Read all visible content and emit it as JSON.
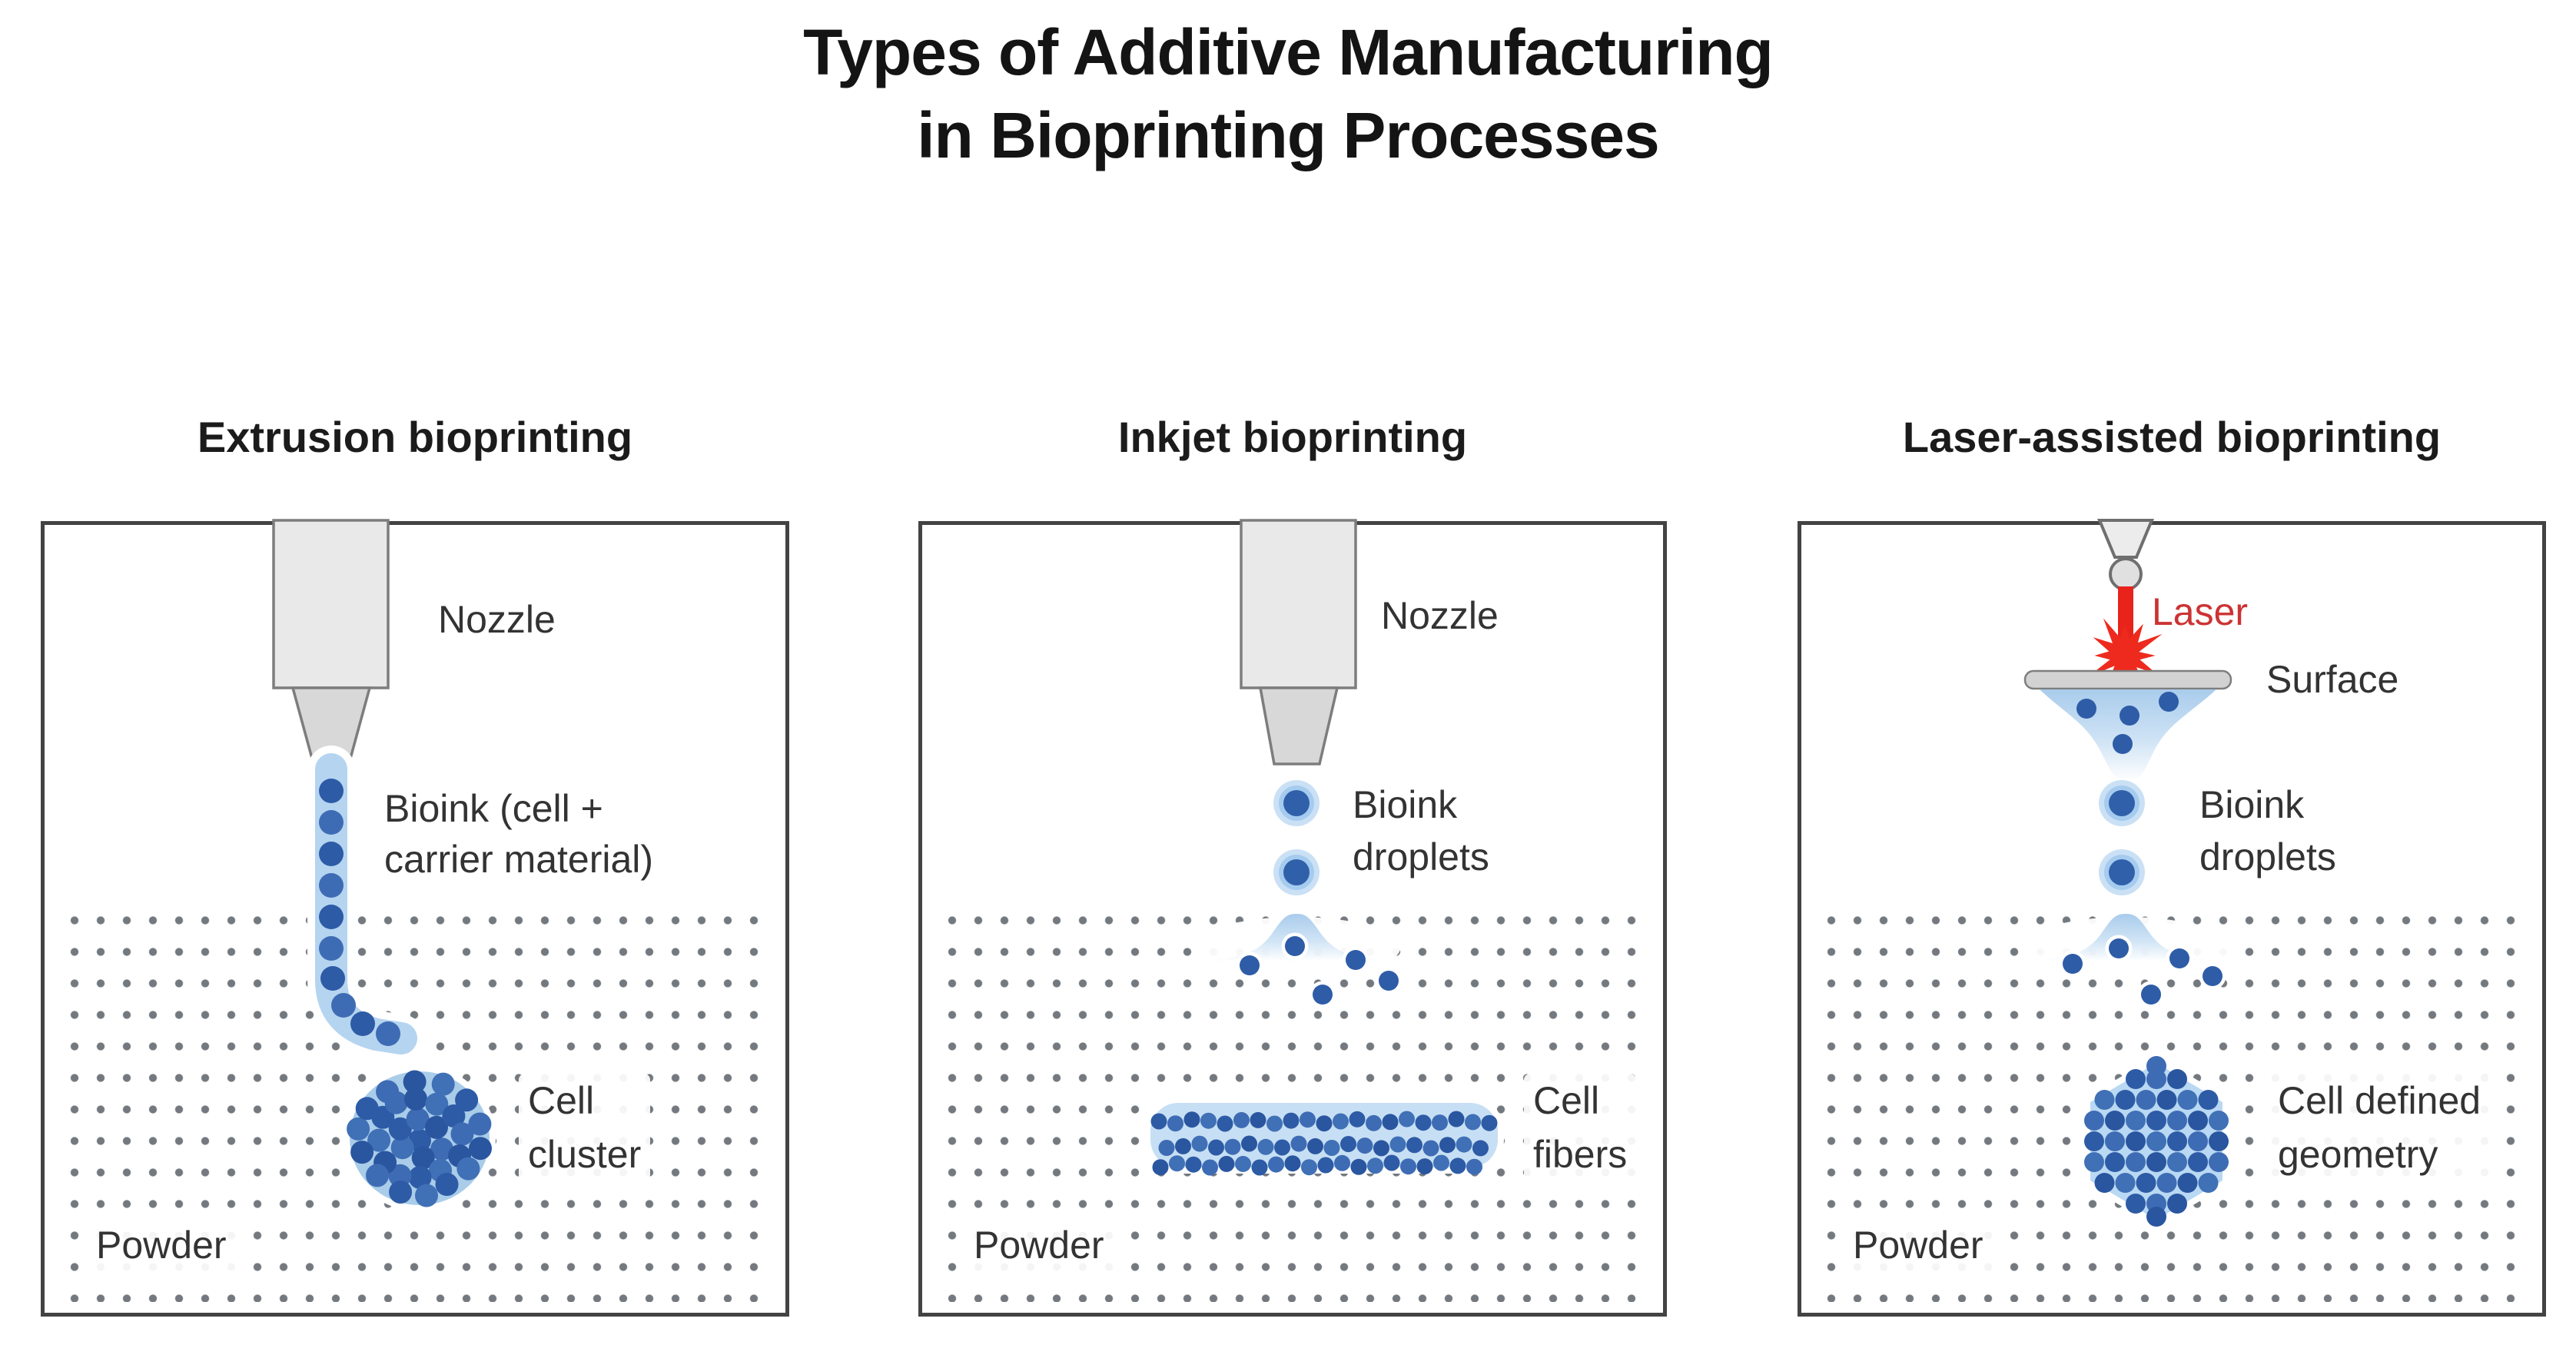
{
  "title": {
    "line1": "Types of Additive Manufacturing",
    "line2": "in Bioprinting Processes"
  },
  "panels": [
    {
      "id": "extrusion",
      "header": "Extrusion bioprinting",
      "labels": {
        "nozzle": "Nozzle",
        "bioink_line1": "Bioink (cell +",
        "bioink_line2": "carrier material)",
        "result_line1": "Cell",
        "result_line2": "cluster",
        "powder": "Powder"
      }
    },
    {
      "id": "inkjet",
      "header": "Inkjet bioprinting",
      "labels": {
        "nozzle": "Nozzle",
        "bioink_line1": "Bioink",
        "bioink_line2": "droplets",
        "result_line1": "Cell",
        "result_line2": "fibers",
        "powder": "Powder"
      }
    },
    {
      "id": "laser",
      "header": "Laser-assisted bioprinting",
      "labels": {
        "laser": "Laser",
        "surface": "Surface",
        "bioink_line1": "Bioink",
        "bioink_line2": "droplets",
        "result_line1": "Cell defined",
        "result_line2": "geometry",
        "powder": "Powder"
      }
    }
  ],
  "colors": {
    "cell_blue": "#2f5ea8",
    "cell_blue_light": "#4070b6",
    "stream_blue": "#b5d4f0",
    "cluster_bg": "#a9cce9",
    "fiber_bg": "#c7dff4",
    "hex_bg": "#b9d8f3",
    "droplet_outer": "#cae0f5",
    "droplet_core": "#3160aa",
    "laser_red": "#e8231c",
    "powder_gray": "#73797e",
    "nozzle_gray": "#e9e9e9",
    "border_gray": "#434343"
  }
}
